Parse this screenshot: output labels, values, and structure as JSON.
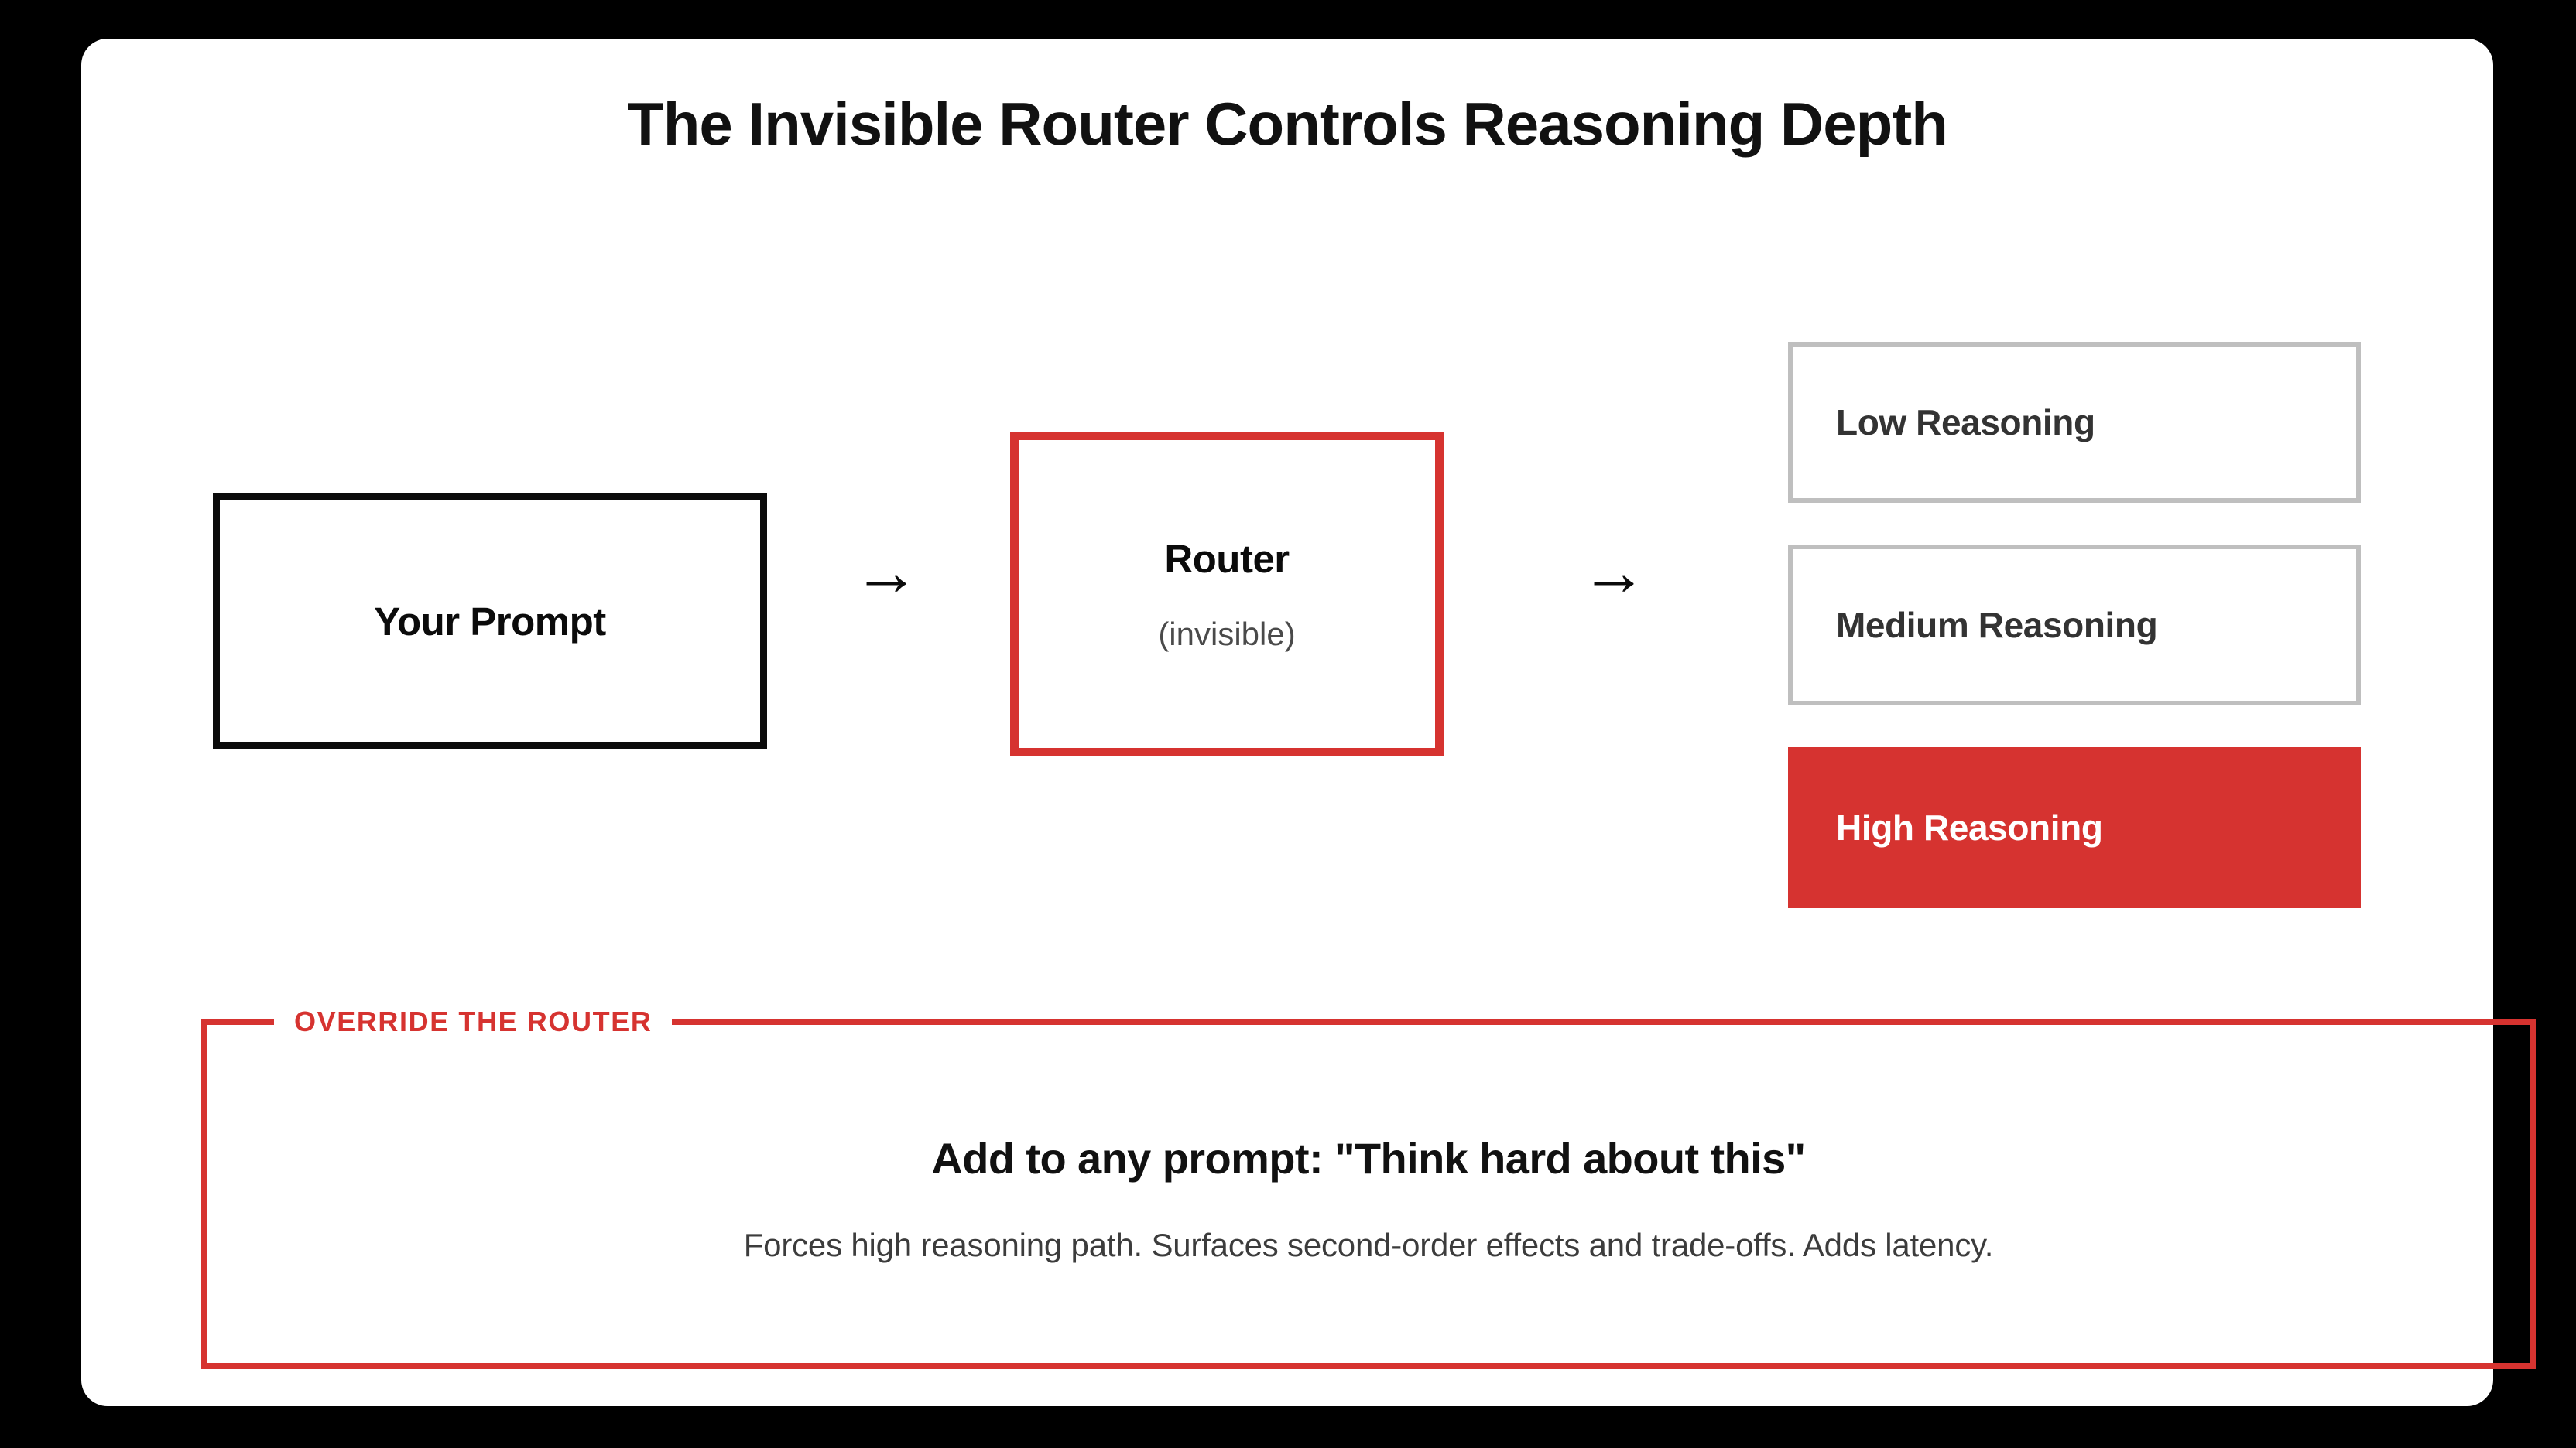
{
  "card": {
    "title": "The Invisible Router Controls Reasoning Depth"
  },
  "flow": {
    "prompt": {
      "label": "Your Prompt"
    },
    "arrow_1": "→",
    "arrow_2": "→",
    "router": {
      "title": "Router",
      "subtitle": "(invisible)"
    },
    "outcomes": [
      {
        "label": "Low Reasoning",
        "state": "inactive"
      },
      {
        "label": "Medium Reasoning",
        "state": "inactive"
      },
      {
        "label": "High Reasoning",
        "state": "active"
      }
    ]
  },
  "override": {
    "legend": "OVERRIDE THE ROUTER",
    "headline": "Add to any prompt: \"Think hard about this\"",
    "subtext": "Forces high reasoning path. Surfaces second-order effects and trade-offs. Adds latency."
  },
  "colors": {
    "accent_red": "#D63330",
    "inactive_gray": "#BFBFBF",
    "text_dark": "#111111",
    "text_muted": "#4A4A4A",
    "card_background": "#FFFFFF",
    "page_background": "#000000"
  }
}
